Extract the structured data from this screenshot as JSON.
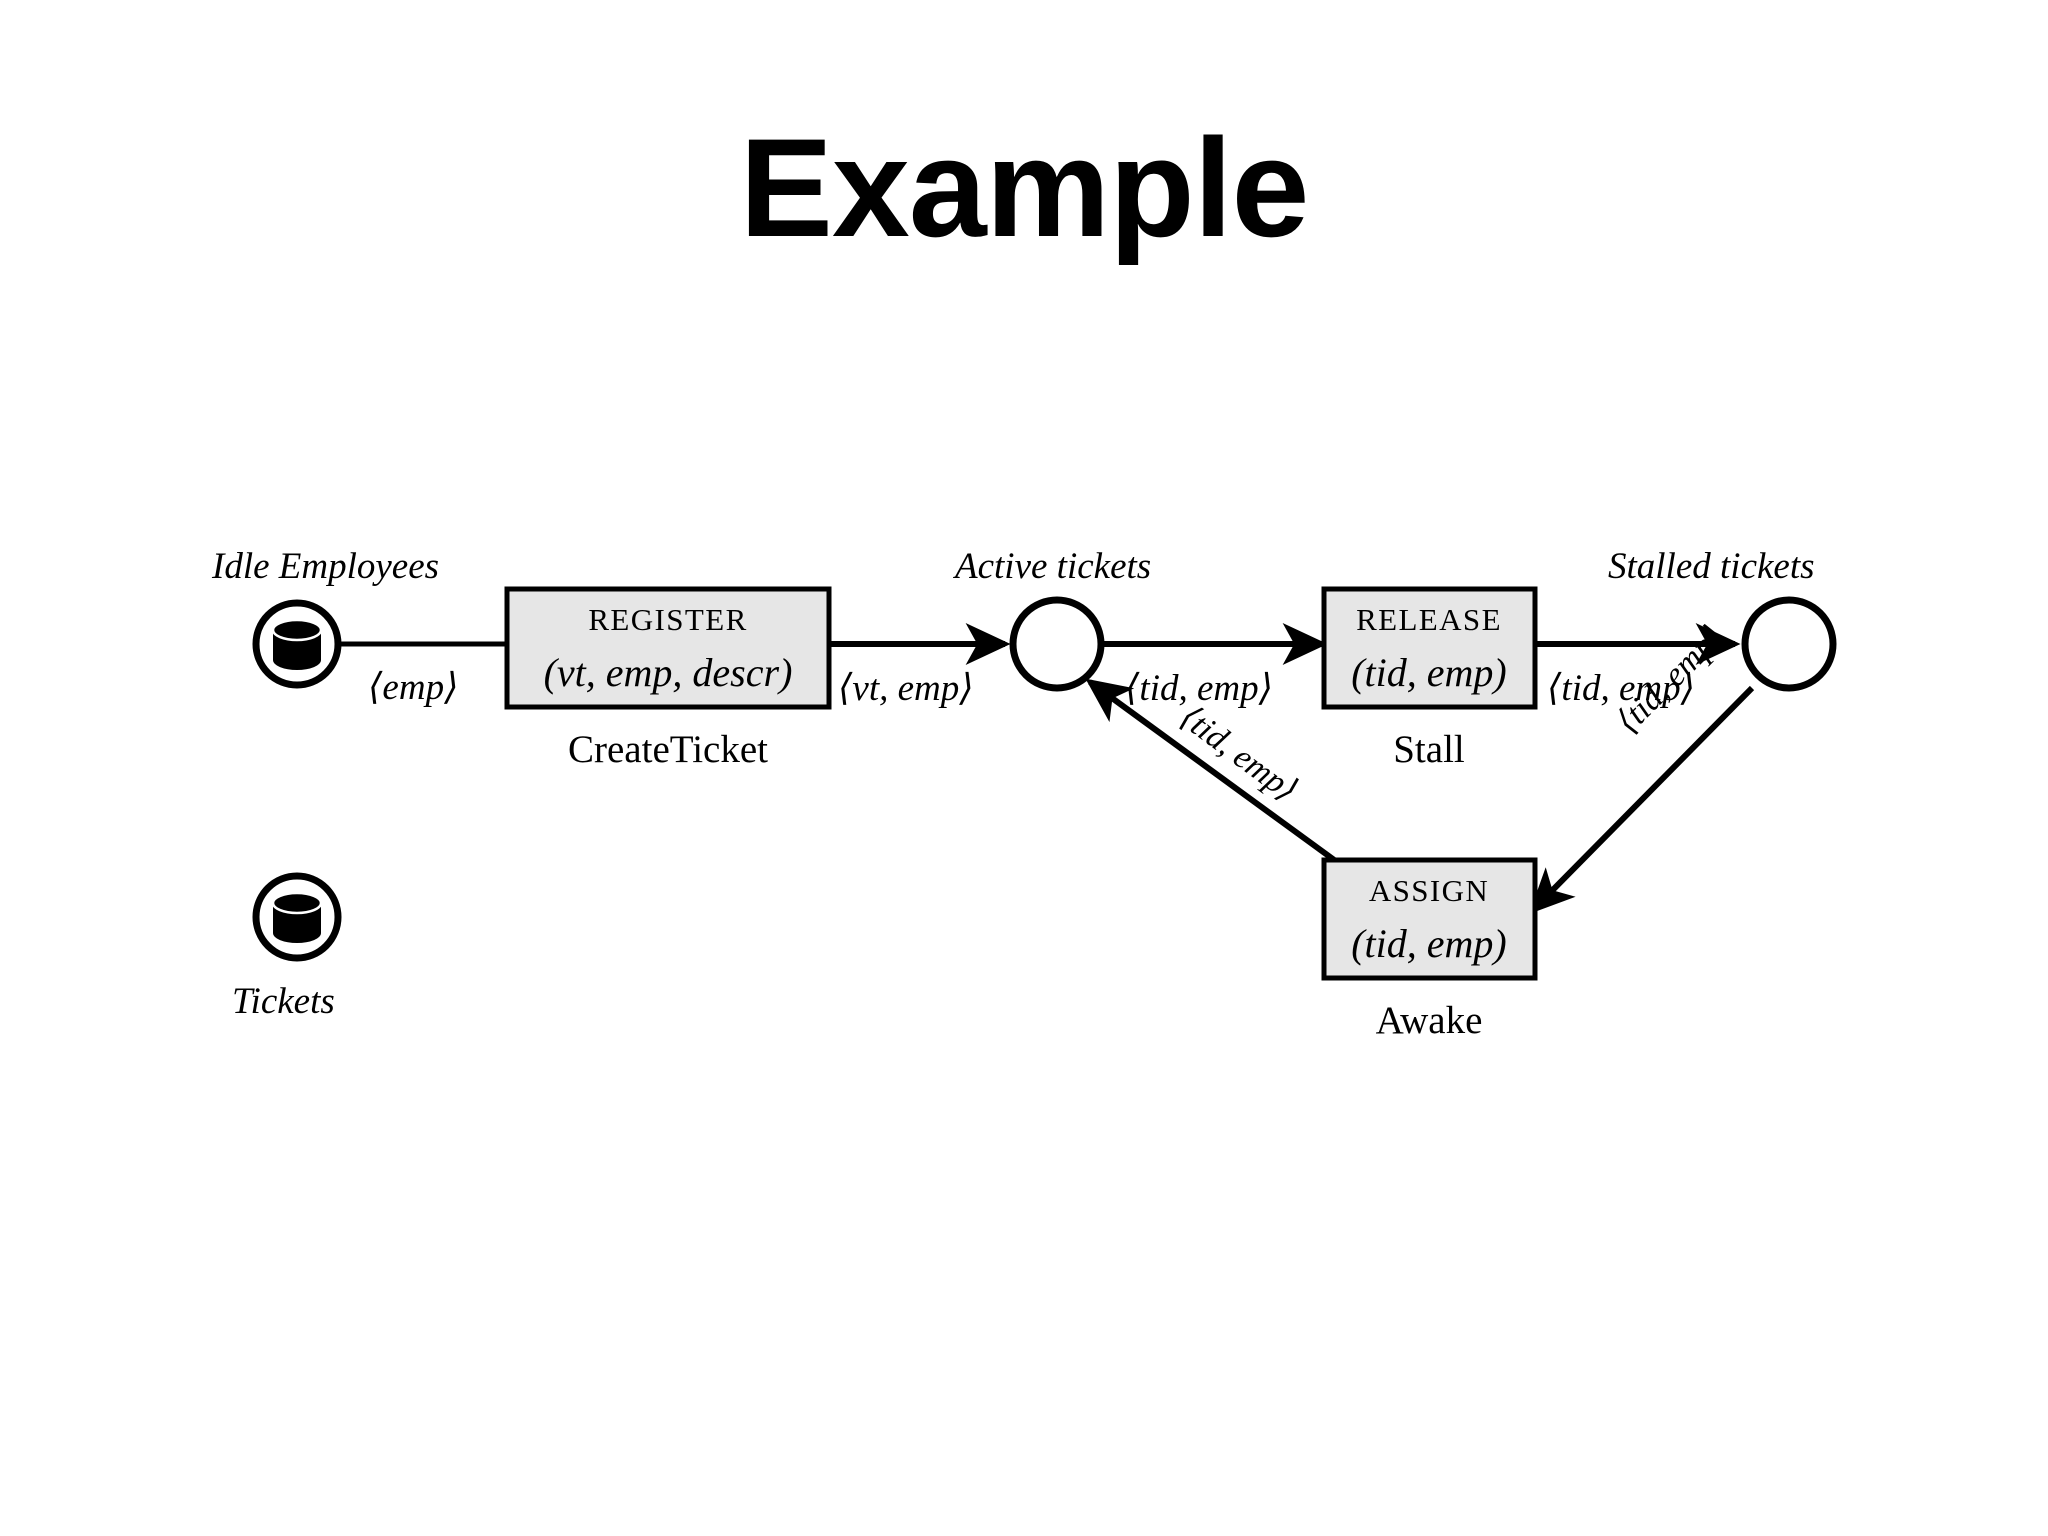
{
  "slide": {
    "title": "Example",
    "background": "#ffffff",
    "accent": "#e6e6e6"
  },
  "diagram": {
    "type": "petri-net",
    "places": [
      {
        "id": "idle-employees",
        "kind": "database-place",
        "label": "Idle Employees",
        "label_position": "above",
        "icon": "database-icon"
      },
      {
        "id": "tickets",
        "kind": "database-place",
        "label": "Tickets",
        "label_position": "below",
        "icon": "database-icon"
      },
      {
        "id": "active-tickets",
        "kind": "circle-place",
        "label": "Active tickets",
        "label_position": "above"
      },
      {
        "id": "stalled-tickets",
        "kind": "circle-place",
        "label": "Stalled tickets",
        "label_position": "above"
      }
    ],
    "transitions": [
      {
        "id": "register",
        "name": "REGISTER",
        "params": "(νt, emp, descr)",
        "params_base": "(",
        "caption": "CreateTicket"
      },
      {
        "id": "release",
        "name": "RELEASE",
        "params": "(tid, emp)",
        "caption": "Stall"
      },
      {
        "id": "assign",
        "name": "ASSIGN",
        "params": "(tid, emp)",
        "caption": "Awake"
      }
    ],
    "arcs": [
      {
        "id": "idle-to-register",
        "from": "idle-employees",
        "to": "register",
        "label": "⟨emp⟩",
        "arrowhead": false
      },
      {
        "id": "register-to-active",
        "from": "register",
        "to": "active-tickets",
        "label": "⟨νt, emp⟩",
        "arrowhead": true
      },
      {
        "id": "active-to-release",
        "from": "active-tickets",
        "to": "release",
        "label": "⟨tid, emp⟩",
        "arrowhead": true
      },
      {
        "id": "release-to-stalled",
        "from": "release",
        "to": "stalled-tickets",
        "label": "⟨tid, emp⟩",
        "arrowhead": true
      },
      {
        "id": "assign-to-active",
        "from": "assign",
        "to": "active-tickets",
        "label": "⟨tid, emp⟩",
        "arrowhead": true,
        "orientation": "diagonal-up-left"
      },
      {
        "id": "stalled-to-assign",
        "from": "stalled-tickets",
        "to": "assign",
        "label": "⟨tid, emp⟩",
        "arrowhead": true,
        "orientation": "diagonal-down-left"
      }
    ]
  }
}
